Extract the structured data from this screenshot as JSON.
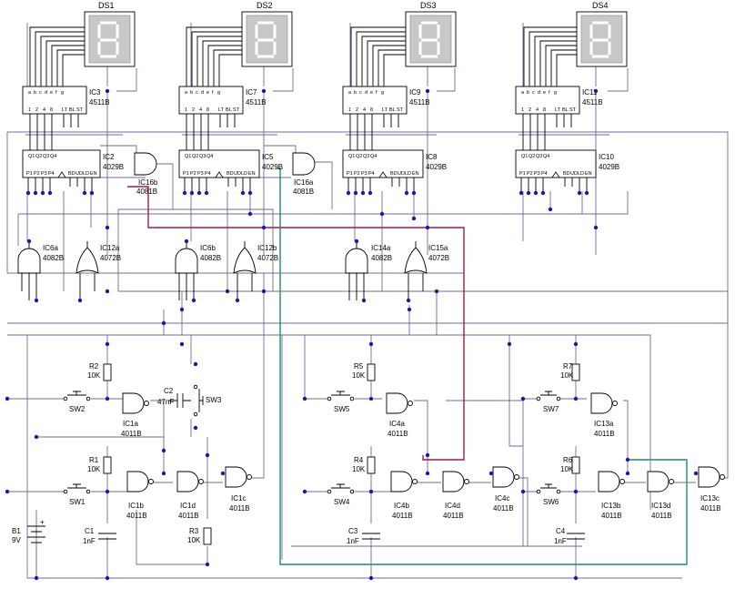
{
  "displays": [
    "DS1",
    "DS2",
    "DS3",
    "DS4"
  ],
  "decoders": [
    {
      "ref": "IC3",
      "part": "4511B"
    },
    {
      "ref": "IC7",
      "part": "4511B"
    },
    {
      "ref": "IC9",
      "part": "4511B"
    },
    {
      "ref": "IC11",
      "part": "4511B"
    }
  ],
  "decoder_pins_top": [
    "a",
    "b",
    "c",
    "d",
    "e",
    "f",
    "g"
  ],
  "decoder_pins_bottom": [
    "1",
    "2",
    "4",
    "8",
    "LT",
    "BL",
    "ST"
  ],
  "counters": [
    {
      "ref": "IC2",
      "part": "4029B"
    },
    {
      "ref": "IC5",
      "part": "4029B"
    },
    {
      "ref": "IC8",
      "part": "4029B"
    },
    {
      "ref": "IC10",
      "part": "4029B"
    }
  ],
  "counter_pins_top": [
    "Q1",
    "Q2",
    "Q3",
    "Q4"
  ],
  "counter_pins_bottom": [
    "P1",
    "P2",
    "P3",
    "P4",
    "BD",
    "UD",
    "LD",
    "EN"
  ],
  "and_gates_top": [
    {
      "ref": "IC16b",
      "part": "4081B"
    },
    {
      "ref": "IC16a",
      "part": "4081B"
    }
  ],
  "mid_gates": [
    {
      "ref": "IC6a",
      "part": "4082B"
    },
    {
      "ref": "IC12a",
      "part": "4072B"
    },
    {
      "ref": "IC6b",
      "part": "4082B"
    },
    {
      "ref": "IC12b",
      "part": "4072B"
    },
    {
      "ref": "IC14a",
      "part": "4082B"
    },
    {
      "ref": "IC15a",
      "part": "4072B"
    }
  ],
  "nand_gates": [
    {
      "ref": "IC1a",
      "part": "4011B"
    },
    {
      "ref": "IC1b",
      "part": "4011B"
    },
    {
      "ref": "IC1d",
      "part": "4011B"
    },
    {
      "ref": "IC1c",
      "part": "4011B"
    },
    {
      "ref": "IC4a",
      "part": "4011B"
    },
    {
      "ref": "IC4b",
      "part": "4011B"
    },
    {
      "ref": "IC4d",
      "part": "4011B"
    },
    {
      "ref": "IC4c",
      "part": "4011B"
    },
    {
      "ref": "IC13a",
      "part": "4011B"
    },
    {
      "ref": "IC13b",
      "part": "4011B"
    },
    {
      "ref": "IC13d",
      "part": "4011B"
    },
    {
      "ref": "IC13c",
      "part": "4011B"
    }
  ],
  "resistors": [
    {
      "ref": "R2",
      "value": "10K"
    },
    {
      "ref": "R1",
      "value": "10K"
    },
    {
      "ref": "R3",
      "value": "10K"
    },
    {
      "ref": "R5",
      "value": "10K"
    },
    {
      "ref": "R4",
      "value": "10K"
    },
    {
      "ref": "R7",
      "value": "10K"
    },
    {
      "ref": "R6",
      "value": "10K"
    }
  ],
  "capacitors": [
    {
      "ref": "C2",
      "value": "47nF"
    },
    {
      "ref": "C1",
      "value": "1nF"
    },
    {
      "ref": "C3",
      "value": "1nF"
    },
    {
      "ref": "C4",
      "value": "1nF"
    }
  ],
  "switches": [
    "SW2",
    "SW1",
    "SW3",
    "SW5",
    "SW4",
    "SW7",
    "SW6"
  ],
  "battery": {
    "ref": "B1",
    "value": "9V",
    "plus": "+"
  },
  "colors": {
    "wire": "#6d6d9e",
    "net_red": "#a8174a",
    "net_green": "#1d8a72",
    "junction": "#1a1aa8",
    "display_face": "#c8c8c8"
  }
}
